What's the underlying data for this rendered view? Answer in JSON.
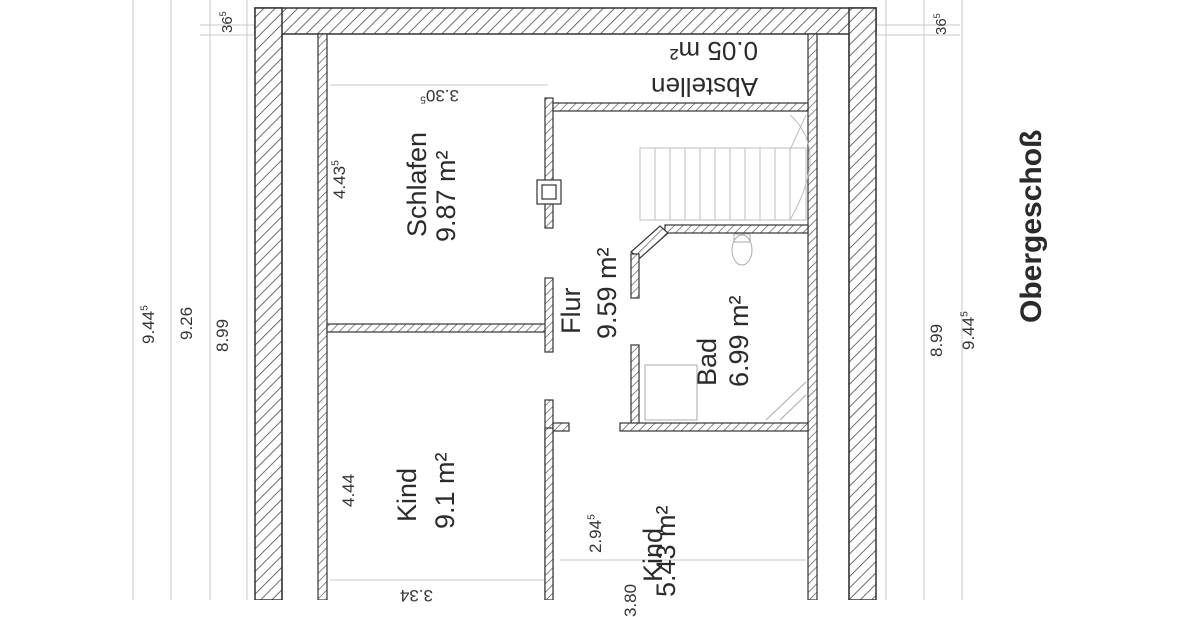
{
  "title": "Obergeschoß",
  "rooms": {
    "schlafen": {
      "name": "Schlafen",
      "area": "9.87 m²"
    },
    "flur": {
      "name": "Flur",
      "area": "9.59 m²"
    },
    "bad": {
      "name": "Bad",
      "area": "6.99 m²"
    },
    "kind1": {
      "name": "Kind",
      "area": "9.1 m²"
    },
    "kind2": {
      "name": "Kind",
      "area": "5.43 m²"
    },
    "abstellen": {
      "name": "Abstellen",
      "area": "0.05 m²"
    }
  },
  "dims_left": {
    "top_wall_main": "36",
    "top_wall_sup": "5",
    "overall_main": "9.44",
    "overall_sup": "5",
    "mid": "9.26",
    "inner": "8.99"
  },
  "dims_right": {
    "top_wall_main": "36",
    "top_wall_sup": "5",
    "inner": "8.99",
    "overall_main": "9.44",
    "overall_sup": "5"
  },
  "room_dims": {
    "schlafen_len_main": "4.43",
    "schlafen_len_sup": "5",
    "schlafen_width_main": "3.30",
    "schlafen_width_sup": "5",
    "kind1_len": "4.44",
    "kind1_width": "3.34",
    "kind2_len_main": "2.94",
    "kind2_len_sup": "5",
    "kind2_width": "3.80"
  },
  "colors": {
    "line": "#3a3a3a",
    "hatch": "#555555",
    "grid": "#cfcfcf"
  }
}
